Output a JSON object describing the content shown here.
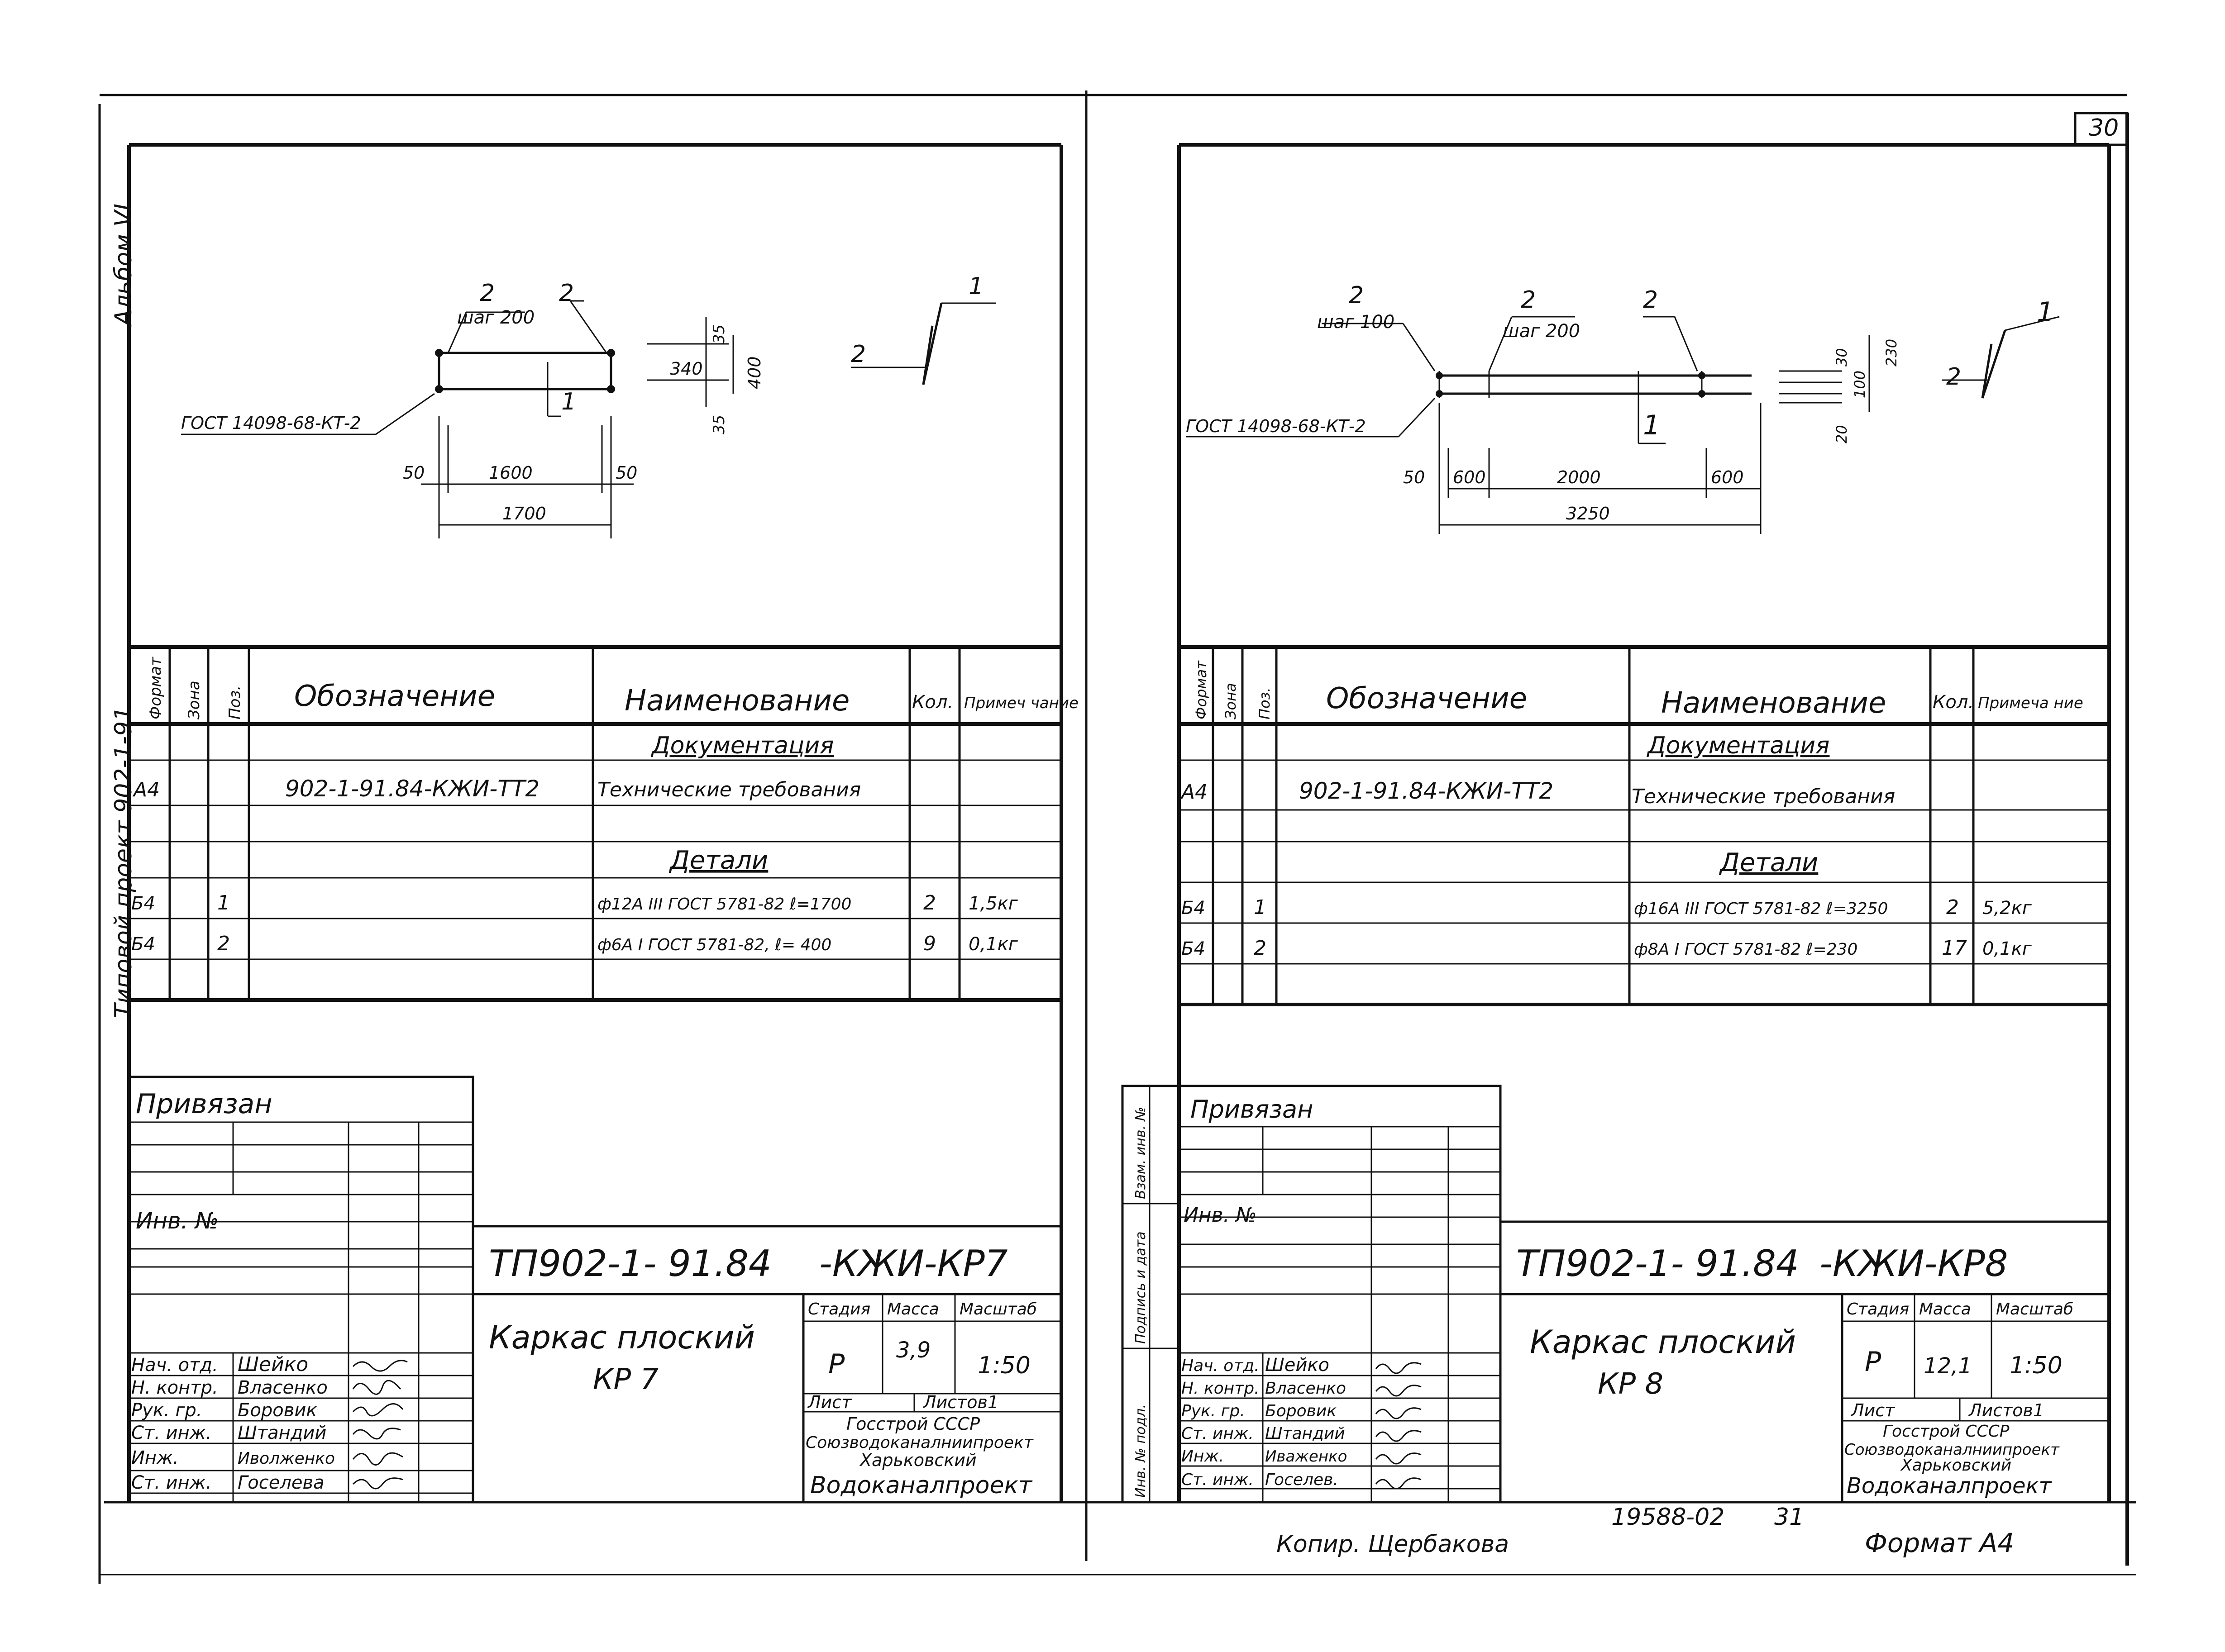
{
  "page_number": "30",
  "side_stamp": {
    "album": "Альбом VI",
    "project": "Типовой проект 902-1-91",
    "fields_right": [
      "Инв. № подл.",
      "Подпись и дата",
      "Взам. инв. №"
    ]
  },
  "spec_headers": {
    "format": "Формат",
    "zone": "Зона",
    "pos": "Поз.",
    "designation": "Обозначение",
    "name": "Наименование",
    "qty": "Кол.",
    "note_left": "Примеч чание",
    "note_right": "Примеча ние"
  },
  "sections": {
    "documentation": "Документация",
    "details": "Детали"
  },
  "left": {
    "drawing": {
      "mesh_label": "ГОСТ 14098-68-КТ-2",
      "step_label": "шаг 200",
      "pos1": "1",
      "pos2": "2",
      "dims_h": [
        "50",
        "1600",
        "50",
        "1700"
      ],
      "dims_v": [
        "340",
        "400",
        "35",
        "35"
      ]
    },
    "doc_row": {
      "format": "А4",
      "designation": "902-1-91.84-КЖИ-ТТ2",
      "name": "Технические требования"
    },
    "details": [
      {
        "format": "Б4",
        "pos": "1",
        "name": "ф12А III ГОСТ 5781-82 ℓ=1700",
        "qty": "2",
        "note": "1,5кг"
      },
      {
        "format": "Б4",
        "pos": "2",
        "name": "ф6А I ГОСТ 5781-82, ℓ= 400",
        "qty": "9",
        "note": "0,1кг"
      }
    ],
    "title_block": {
      "linked": "Привязан",
      "inv_no": "Инв. №",
      "code": "ТП902-1- 91.84",
      "code_suffix": "-КЖИ-КР7",
      "title_line1": "Каркас плоский",
      "title_line2": "КР 7",
      "stage_label": "Стадия",
      "mass_label": "Масса",
      "scale_label": "Масштаб",
      "stage": "Р",
      "mass": "3,9",
      "scale": "1:50",
      "sheet_label": "Лист",
      "sheets_label": "Листов1",
      "org1": "Госстрой СССР",
      "org2": "Союзводоканалниипроект",
      "org3": "Харьковский",
      "org4": "Водоканалпроект",
      "staff": [
        {
          "role": "Нач. отд.",
          "name": "Шейко"
        },
        {
          "role": "Н. контр.",
          "name": "Власенко"
        },
        {
          "role": "Рук. гр.",
          "name": "Боровик"
        },
        {
          "role": "Ст. инж.",
          "name": "Штандий"
        },
        {
          "role": "Инж.",
          "name": "Иволженко"
        },
        {
          "role": "Ст. инж.",
          "name": "Госелева"
        }
      ]
    }
  },
  "right": {
    "drawing": {
      "mesh_label": "ГОСТ 14098-68-КТ-2",
      "step_label_1": "шаг 100",
      "step_label_2": "шаг 200",
      "pos1": "1",
      "pos2": "2",
      "dims_h": [
        "50",
        "600",
        "2000",
        "600",
        "3250"
      ],
      "dims_v": [
        "30",
        "100",
        "230",
        "20"
      ]
    },
    "doc_row": {
      "format": "А4",
      "designation": "902-1-91.84-КЖИ-ТТ2",
      "name": "Технические требования"
    },
    "details": [
      {
        "format": "Б4",
        "pos": "1",
        "name": "ф16А III ГОСТ 5781-82 ℓ=3250",
        "qty": "2",
        "note": "5,2кг"
      },
      {
        "format": "Б4",
        "pos": "2",
        "name": "ф8А I ГОСТ 5781-82 ℓ=230",
        "qty": "17",
        "note": "0,1кг"
      }
    ],
    "title_block": {
      "linked": "Привязан",
      "inv_no": "Инв. №",
      "code": "ТП902-1- 91.84",
      "code_suffix": "-КЖИ-КР8",
      "title_line1": "Каркас плоский",
      "title_line2": "КР 8",
      "stage_label": "Стадия",
      "mass_label": "Масса",
      "scale_label": "Масштаб",
      "stage": "Р",
      "mass": "12,1",
      "scale": "1:50",
      "sheet_label": "Лист",
      "sheets_label": "Листов1",
      "org1": "Госстрой СССР",
      "org2": "Союзводоканалниипроект",
      "org3": "Харьковский",
      "org4": "Водоканалпроект",
      "staff": [
        {
          "role": "Нач. отд.",
          "name": "Шейко"
        },
        {
          "role": "Н. контр.",
          "name": "Власенко"
        },
        {
          "role": "Рук. гр.",
          "name": "Боровик"
        },
        {
          "role": "Ст. инж.",
          "name": "Штандий"
        },
        {
          "role": "Инж.",
          "name": "Иваженко"
        },
        {
          "role": "Ст. инж.",
          "name": "Госелев."
        }
      ]
    }
  },
  "footer": {
    "copied_by": "Копир. Щербакова",
    "archive_no": "19588-02",
    "archive_sheet": "31",
    "format": "Формат А4"
  }
}
